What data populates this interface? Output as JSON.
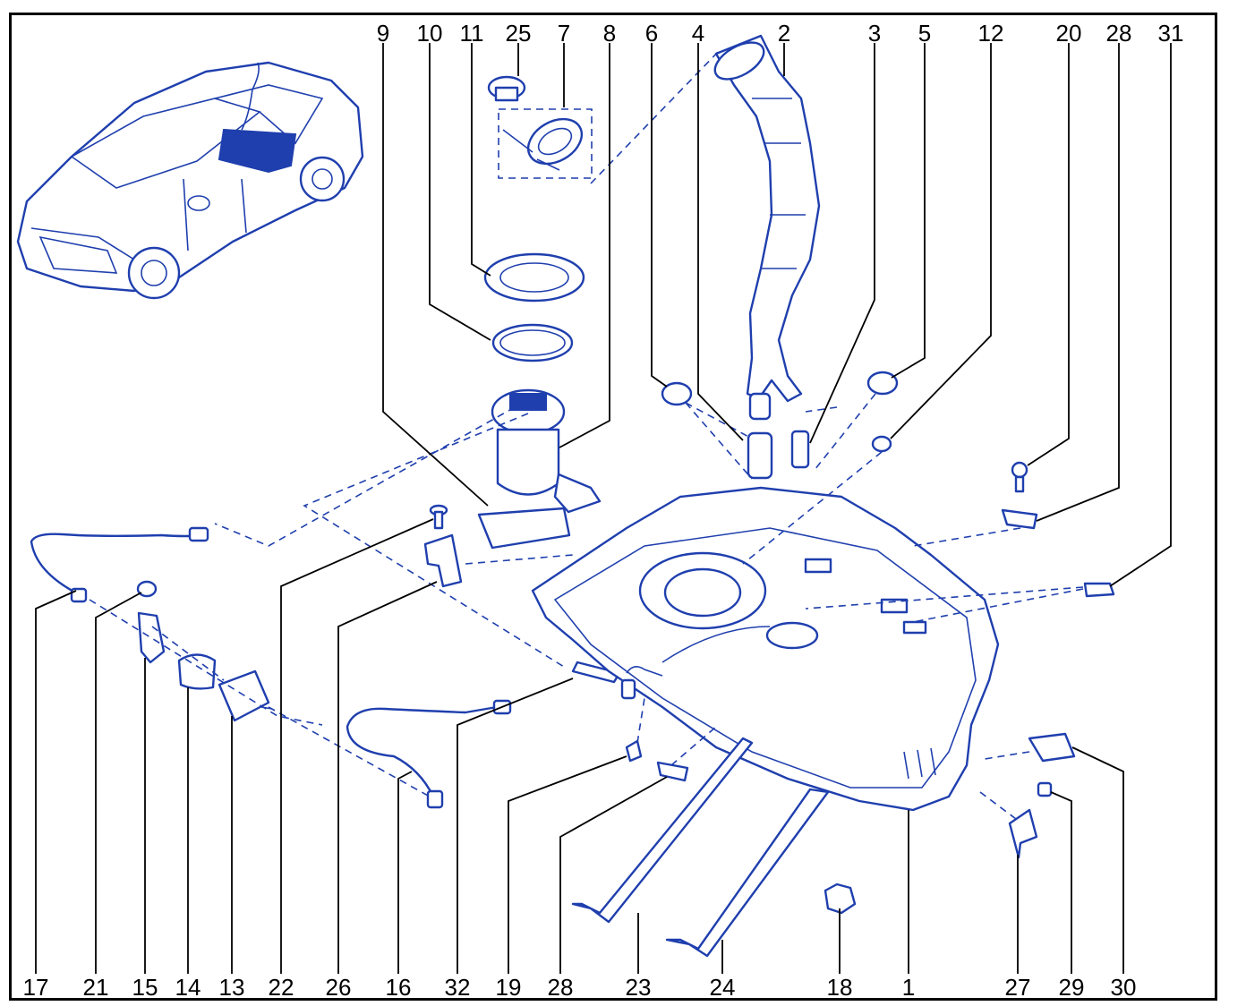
{
  "diagram": {
    "accent_color": "#1f3fae",
    "top_labels": [
      "9",
      "10",
      "11",
      "25",
      "7",
      "8",
      "6",
      "4",
      "2",
      "3",
      "5",
      "12",
      "20",
      "28",
      "31"
    ],
    "bottom_labels": [
      "17",
      "21",
      "15",
      "14",
      "13",
      "22",
      "26",
      "16",
      "32",
      "19",
      "28",
      "23",
      "24",
      "18",
      "1",
      "27",
      "29",
      "30"
    ]
  }
}
